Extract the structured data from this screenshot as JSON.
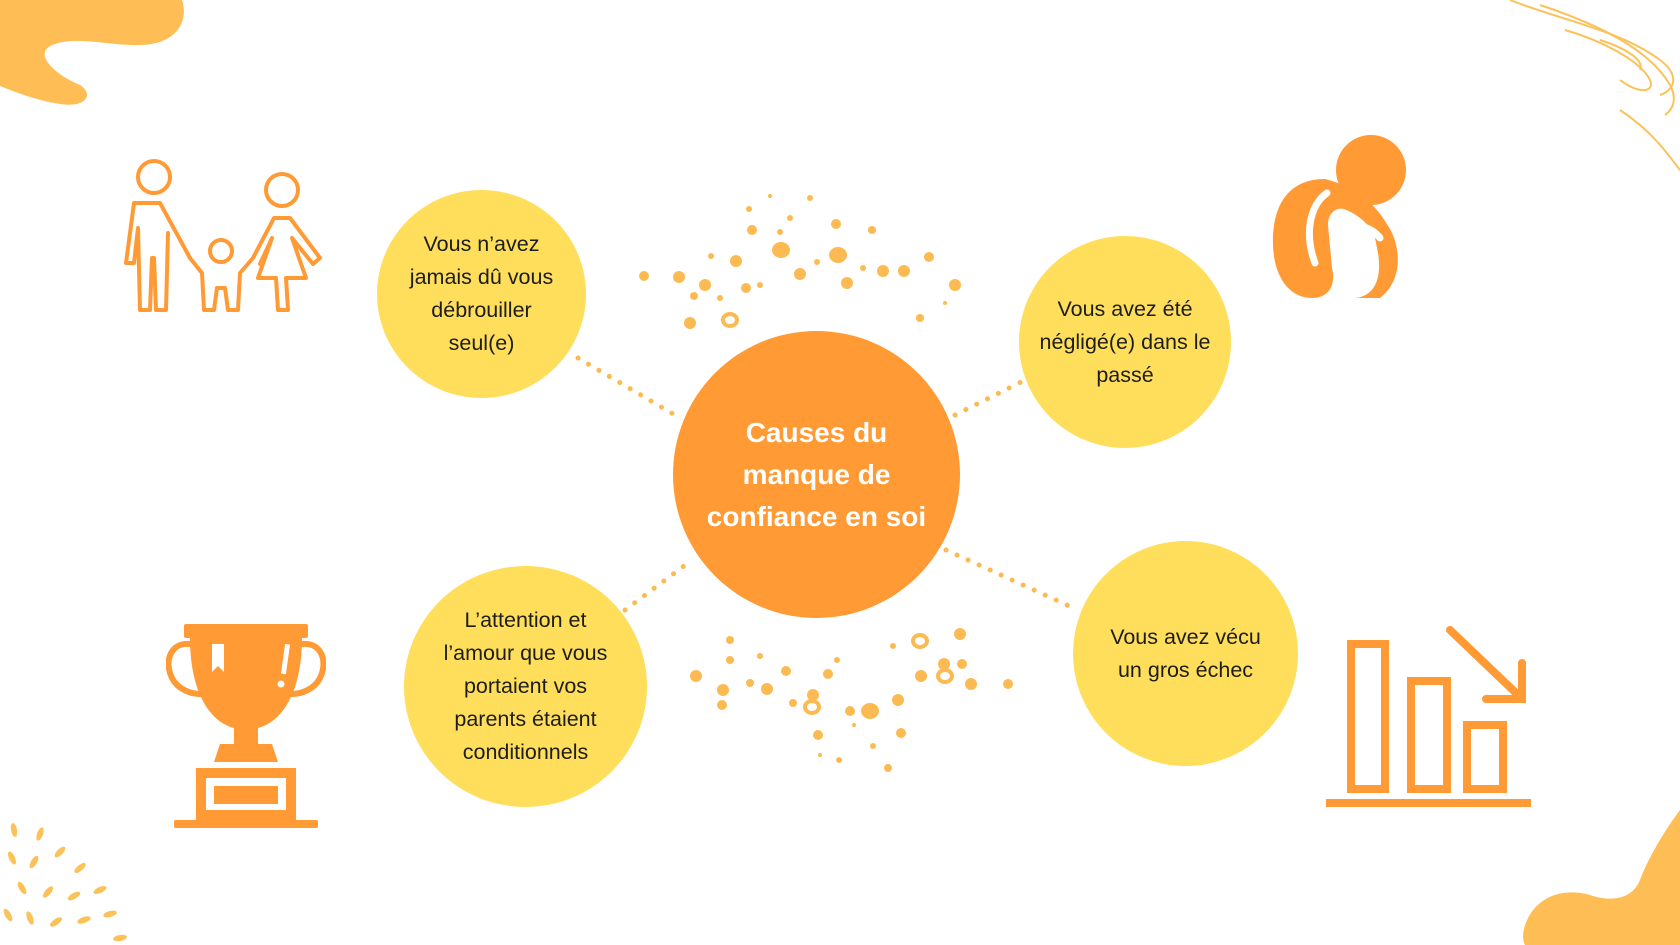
{
  "colors": {
    "center_fill": "#FF9A35",
    "cause_fill": "#FFDE5C",
    "accent_orange": "#FF9A35",
    "dot_color": "#FCBB52",
    "decor_blob": "#FFBE55"
  },
  "diagram": {
    "center": {
      "label": "Causes du manque de confiance en soi"
    },
    "causes": [
      {
        "label": "Vous n’avez jamais dû vous débrouiller seul(e)",
        "icon": "family-icon"
      },
      {
        "label": "Vous avez été négligé(e) dans le passé",
        "icon": "sad-person-icon"
      },
      {
        "label": "L’attention et l’amour que vous portaient vos parents étaient conditionnels",
        "icon": "trophy-icon"
      },
      {
        "label": "Vous avez vécu un gros échec",
        "icon": "declining-chart-icon"
      }
    ]
  }
}
